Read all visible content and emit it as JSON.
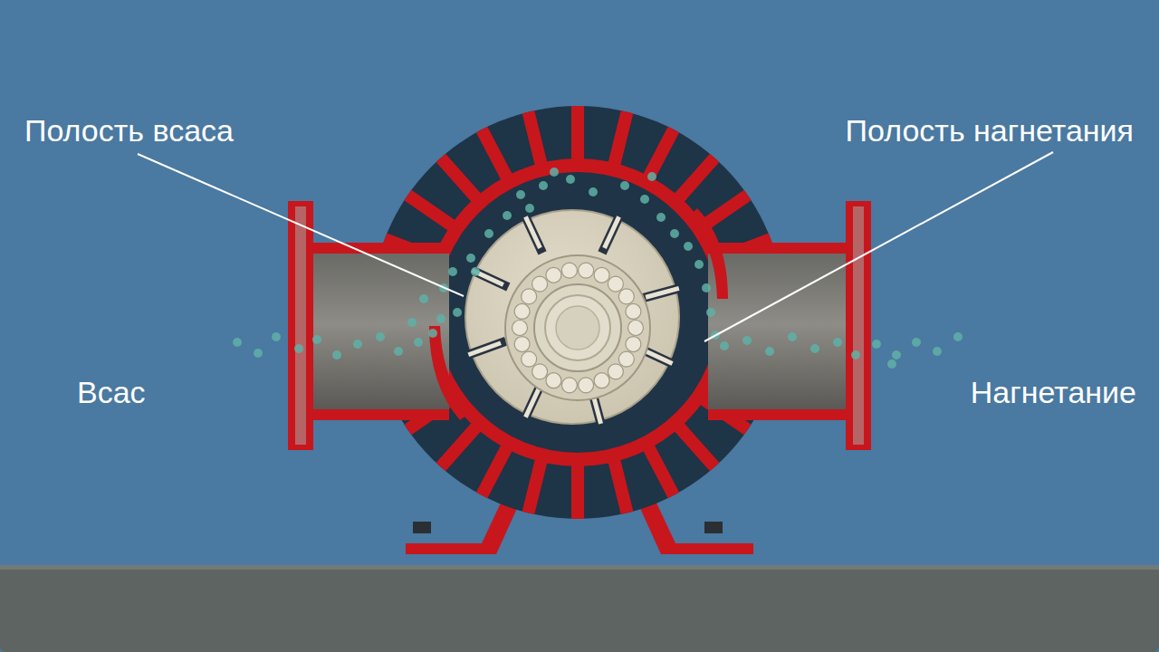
{
  "diagram": {
    "labels": [
      "Полость всаса",
      "Полость нагнетания",
      "Всас",
      "Нагнетание"
    ]
  }
}
